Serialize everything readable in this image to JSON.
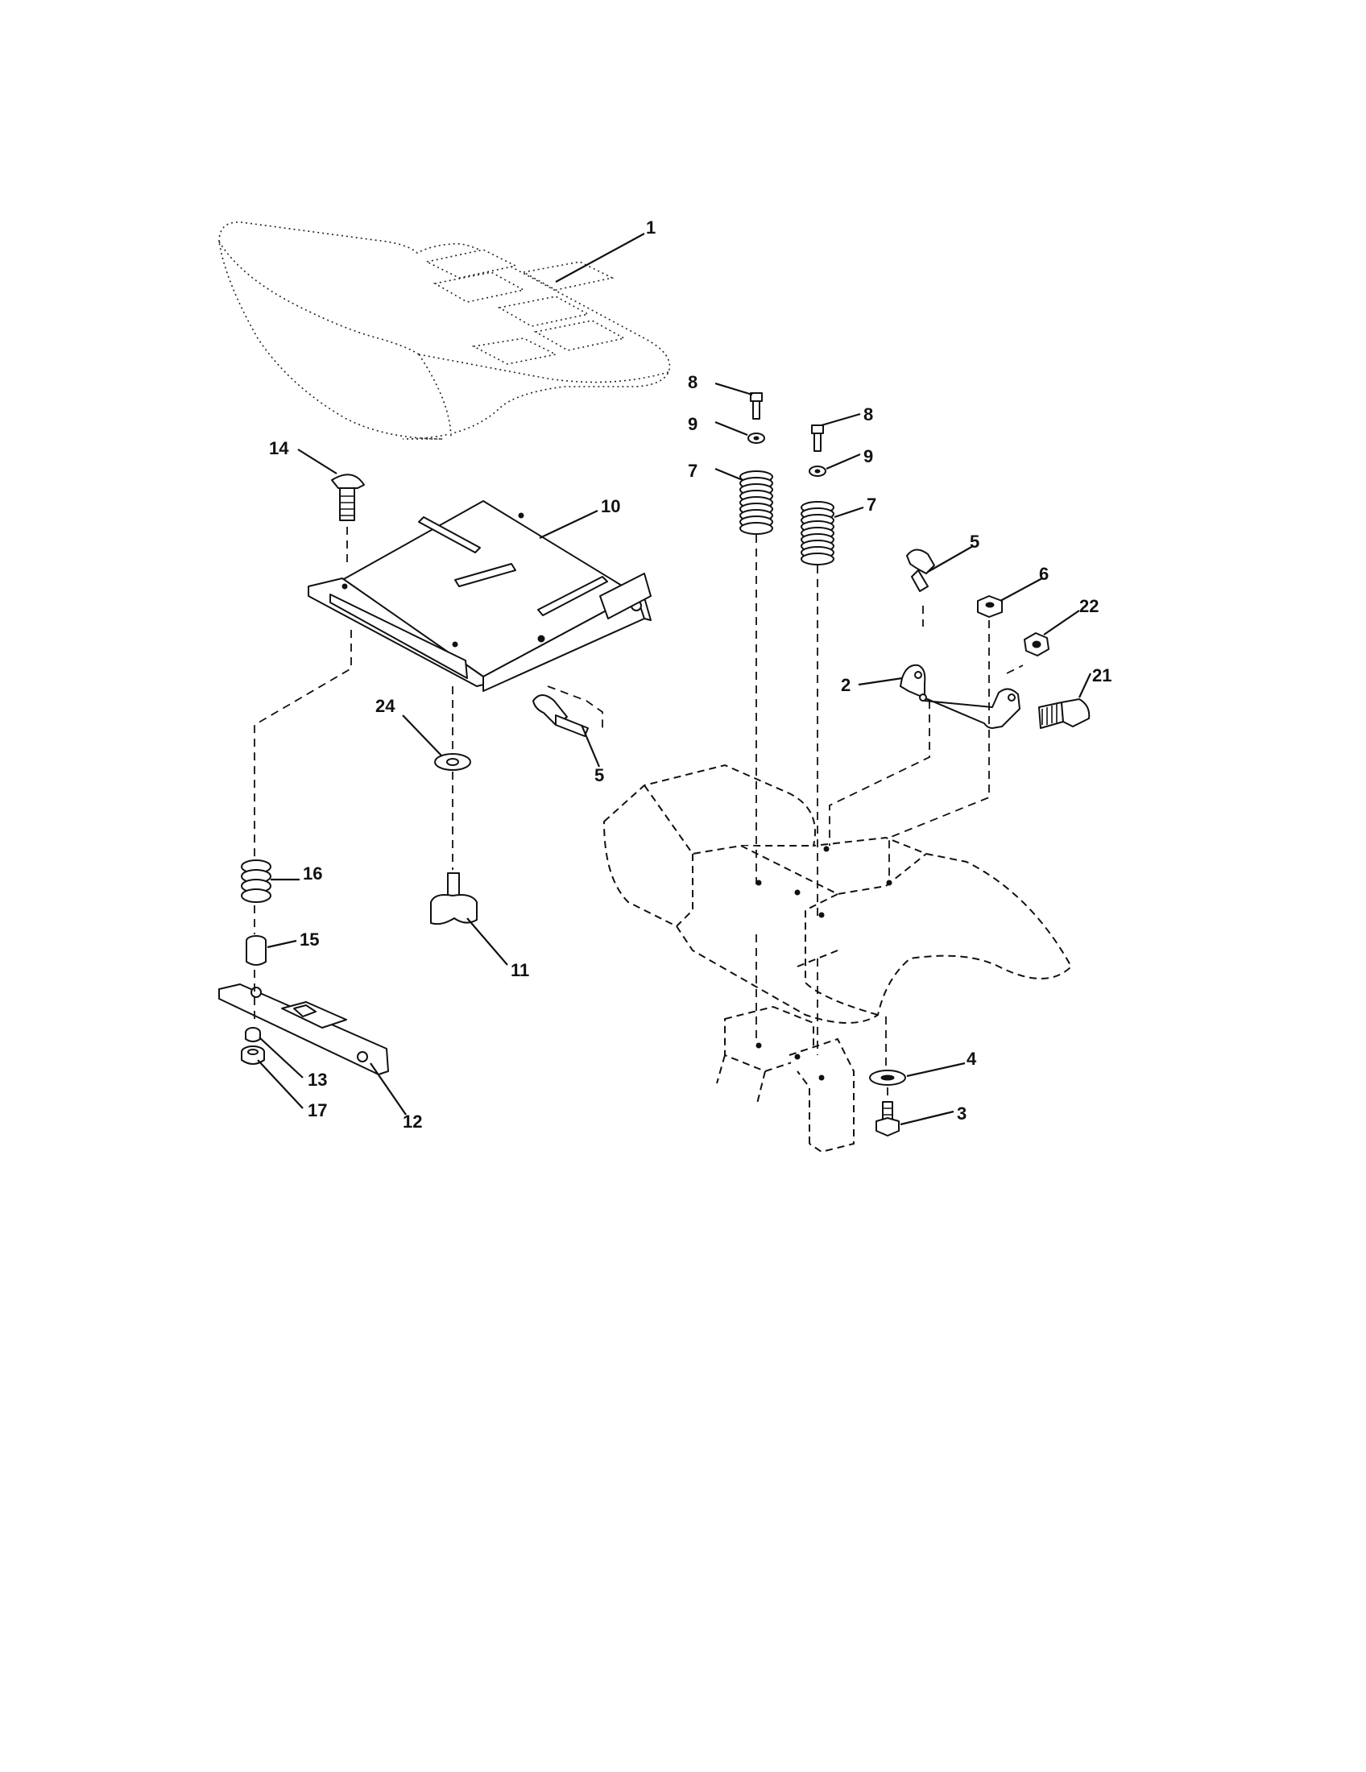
{
  "callouts": [
    {
      "id": "c1",
      "label": "1"
    },
    {
      "id": "c2",
      "label": "2"
    },
    {
      "id": "c3",
      "label": "3"
    },
    {
      "id": "c4",
      "label": "4"
    },
    {
      "id": "c5a",
      "label": "5"
    },
    {
      "id": "c5b",
      "label": "5"
    },
    {
      "id": "c6",
      "label": "6"
    },
    {
      "id": "c7a",
      "label": "7"
    },
    {
      "id": "c7b",
      "label": "7"
    },
    {
      "id": "c8a",
      "label": "8"
    },
    {
      "id": "c8b",
      "label": "8"
    },
    {
      "id": "c9a",
      "label": "9"
    },
    {
      "id": "c9b",
      "label": "9"
    },
    {
      "id": "c10",
      "label": "10"
    },
    {
      "id": "c11",
      "label": "11"
    },
    {
      "id": "c12",
      "label": "12"
    },
    {
      "id": "c13",
      "label": "13"
    },
    {
      "id": "c14",
      "label": "14"
    },
    {
      "id": "c15",
      "label": "15"
    },
    {
      "id": "c16",
      "label": "16"
    },
    {
      "id": "c17",
      "label": "17"
    },
    {
      "id": "c21",
      "label": "21"
    },
    {
      "id": "c22",
      "label": "22"
    },
    {
      "id": "c24",
      "label": "24"
    }
  ]
}
